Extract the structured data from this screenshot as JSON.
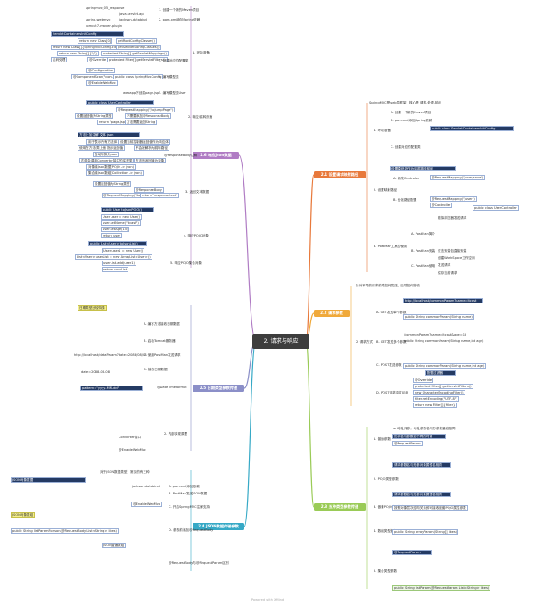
{
  "root": {
    "title": "2. 请求与响应"
  },
  "branches": {
    "b21": {
      "title": "2.1 设置请求映射路径",
      "color": "#e8793b"
    },
    "b22": {
      "title": "2.2 请求参数",
      "color": "#f0a93a"
    },
    "b23": {
      "title": "2.3 五种类型参数传递",
      "color": "#9acb57"
    },
    "b24": {
      "title": "2.4 JSON数据传输参数",
      "color": "#36a9c6"
    },
    "b25": {
      "title": "2.5 日期类型参数传递",
      "color": "#8b8fc8"
    },
    "b26": {
      "title": "2.6 响应json数据",
      "color": "#b07cc4"
    }
  },
  "nodes": {
    "t1": "springmvc_05_response",
    "t2": "java.servlet.api",
    "t3": "spring-webmvc",
    "t4": "jackson-databind",
    "t5": "tomcat7-maven-plugin",
    "t6": "1. 创建一个新的Maven项目",
    "t7": "2. pom.xml添加Spring依赖",
    "cfg_hdr": "ServletContainersInitConfig",
    "cfg1": "return new Class[0]",
    "cfg2": "getRootConfigClasses()",
    "cfg3": "return new Class[]{SpringMvcConfig.class}",
    "cfg4": "getServletConfigClasses()",
    "cfg5": "return new String[]{\"/\"}",
    "cfg6": "protected String[] getServletMappings()",
    "cfg7": "乱码处理",
    "cfg8": "@Override",
    "cfg9": "protected Filter[] getServletFilters()",
    "t8": "3. 创建对应的配置类",
    "t9": "@Configuration",
    "t10": "@ComponentScan(\"com.controller\")",
    "t11": "@EnableWebMvc",
    "t12": "public class SpringMvcConfig",
    "t13": "4. 编写模型类",
    "t14": "5. 编写模型类User",
    "t15": "webapp下创建page.jsp",
    "t16": "1. 环境准备",
    "uc_hdr": "public class UserController",
    "uc1": "@RequestMapping(\"/toJumpPage\")",
    "uc2": "设置返回值为String类型",
    "uc3": "不需要添加@ResponseBody",
    "uc4": "return \"page.jsp\"",
    "uc5": "方法需要返回String",
    "t17": "2. 响应/跳转页面",
    "rt_hdr": "方法上加注解 文本 json",
    "rt1": "用于表示所有方法体",
    "rt2": "设置当前控制器返回值作为响应体",
    "rt3": "使用在方法/类上面 指示返回值",
    "rt4": "不会被解析为跳转路径",
    "rt5": "自动转换为json",
    "rt6": "内部会调用Converter接口的实现类",
    "rt7": "方法的返回值为对象",
    "rt8": "对象转Json数据(POJO -> json)",
    "rt9": "集合转Json数组(Collection -> json)",
    "t18": "3. 返回文本数据",
    "rt10": "@ResponseBody注解",
    "rt11": "@ResponseBody",
    "rt12": "@RequestMapping(\"/toText\")",
    "rt13": "return \"response text\"",
    "rt14": "设置返回值为String类型",
    "t19": "4. 响应POJO对象",
    "pj_hdr": "public User toJsonPOJO()",
    "pj1": "User user = new User()",
    "pj2": "user.setName(\"itcast\")",
    "pj3": "user.setAge(15)",
    "pj4": "return user",
    "t20": "5. 响应POJO集合对象",
    "lst_hdr": "public List<User> toJsonList()",
    "lst1": "User user1 = new User()",
    "lst2": "List<User> userList = new ArrayList<User>()",
    "lst3": "userList.add(user1)",
    "lst4": "return userList",
    "b21_1": "SpringMVC是web层框架",
    "b21_2": "核心是 请求-处理-响应",
    "b21_3": "1. 环境准备",
    "b21_4": "A. 创建一个新的Maven项目",
    "b21_5": "B. pom.xml添加Spring依赖",
    "b21_6": "C. 创建对应的配置类",
    "b21_7": "public class ServletContainersInitConfig",
    "b21_8": "2. 设置映射路径",
    "b21_9": "设置模块名作为请求路径前缀",
    "b21_10": "A. 修改Controller",
    "b21_11": "@RequestMapping(\"/user/save\")",
    "b21_12": "B. 优化路径配置",
    "b21_13": "@RequestMapping(\"/user\")",
    "b21_14": "@Controller",
    "b21_15": "public class UserController",
    "b21_16": "3. PostMan工具的使用",
    "b21_17": "A. PostMan简介",
    "b21_18": "B. PostMan安装",
    "b21_19": "C. PostMan使用",
    "b21_20": "模拟浏览器发送请求",
    "b21_21": "双击安装包直接安装",
    "b21_22": "创建WorkSpace工作空间",
    "b21_23": "发送请求",
    "b21_24": "保存当前请求",
    "b22_1": "针对不同的请求前端如何发送，后端如何接收",
    "b22_2": "A. GET发送单个参数",
    "b22_3": "http://localhost/commonParam?name=itcast",
    "b22_4": "public String commonParam(String name)",
    "b22_5": "B. GET发送多个参数",
    "b22_6": "/commonParam?name=itcast&age=15",
    "b22_7": "public String commonParam(String name,int age)",
    "b22_8": "C. POST发送参数",
    "b22_9": "public String commonParam(String name,int age)",
    "b22_10": "D. POST请求中文乱码",
    "b22_11": "配置过滤器",
    "b22_12": "@Override",
    "b22_13": "protected Filter[] getServletFilters()",
    "b22_14": "new CharacterEncodingFilter()",
    "b22_15": "filter.setEncoding(\"UTF-8\")",
    "b22_16": "return new Filter[]{filter}",
    "b22_17": "2. 请求方式",
    "b23_1": "1. 普通参数",
    "b23_2": "url地址传参，地址参数名与形参变量名相同",
    "b23_3": "形参名与参数名不同的时候",
    "b23_4": "@RequestParam",
    "b23_5": "2. POJO类型参数",
    "b23_6": "请求参数名与形参对象属性名相同",
    "b23_7": "3. 嵌套POJO类型参数",
    "b23_8": "请求参数名与形参对象属性名相同",
    "b23_9": "按照对象层次结构关系即可接收嵌套POJO属性参数",
    "b23_10": "4. 数组类型参数",
    "b23_11": "public String arrayParam(String[] likes)",
    "b23_12": "5. 集合类型参数",
    "b23_13": "@RequestParam",
    "b23_14": "public String listParam(@RequestParam List<String> likes)",
    "b24_1": "对于JSON数据类型，常见的有三种",
    "b24_2": "A. pom.xml添加依赖",
    "b24_3": "jackson-databind",
    "b24_4": "B. PostMan发送JSON数据",
    "b24_5": "C. 开启SpringMVC注解支持",
    "b24_6": "@EnableWebMvc",
    "b24_7": "D. 参数前添加@RequestBody",
    "b24_8": "public String listParamForJson(@RequestBody List<String> likes)",
    "b24_9": "JSON对象数据",
    "b24_10": "JSON对象数组",
    "b24_11": "JSON普通数组",
    "b24_12": "@RequestBody与@RequestParam区别",
    "b25_1": "日期类型比较特殊",
    "b25_2": "A. 编写方法接收日期数据",
    "b25_3": "B. 启动Tomcat服务器",
    "b25_4": "C. 使用PostMan发送请求",
    "b25_5": "http://localhost/dataParam?date=2088/08/08",
    "b25_6": "D. 接收日期数据",
    "b25_7": "date=2088-08-08",
    "b25_8": "@DateTimeFormat",
    "b25_9": "pattern=\"yyyy-MM-dd\"",
    "b25_10": "2. 内部实现原理",
    "b25_11": "Converter接口",
    "b25_12": "@EnableWebMvc"
  },
  "footer": {
    "text": "Powered with XMind"
  }
}
